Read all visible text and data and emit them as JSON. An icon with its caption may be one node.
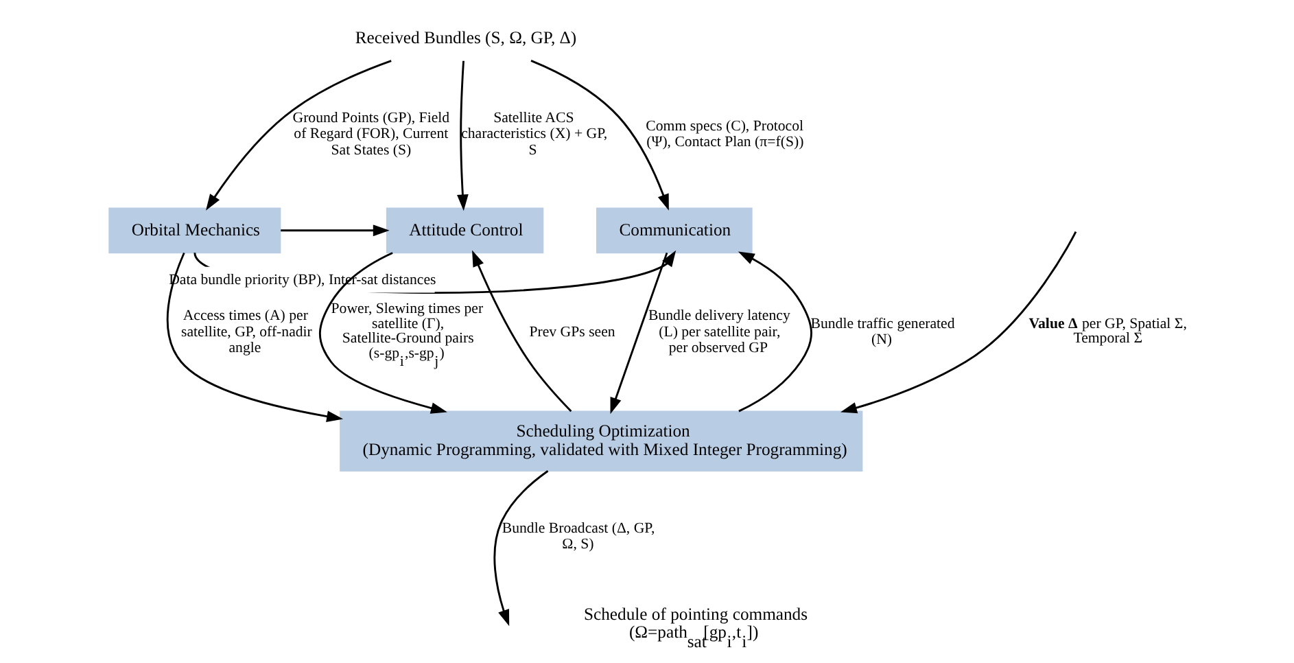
{
  "diagram": {
    "nodes": [
      {
        "text": [
          "Orbital Mechanics"
        ]
      },
      {
        "text": [
          "Attitude Control"
        ]
      },
      {
        "text": [
          "Communication"
        ]
      },
      {
        "text": [
          "Scheduling Optimization",
          "(Dynamic Programming, validated with Mixed Integer Programming)"
        ]
      },
      {
        "text": [
          "Received Bundles (S, Ω, GP, Δ)"
        ]
      }
    ],
    "edges": [
      {
        "from": 4,
        "to": 0,
        "arrow": "to",
        "label": "Ground Points (GP), Field of Regard (FOR), Current Sat States (S)"
      },
      {
        "from": 4,
        "to": 1,
        "arrow": "to",
        "label": "Satellite ACS characteristics (X) + GP, S"
      },
      {
        "from": 4,
        "to": 2,
        "arrow": "to",
        "label": "Comm specs (C), Protocol (Ψ), Contact Plan (π=f(S))"
      },
      {
        "from": 0,
        "to": 1,
        "arrow": "to"
      },
      {
        "from": 0,
        "to": 3,
        "arrow": "to",
        "label": "Access times (A) per satellite, GP, off-nadir angle"
      },
      {
        "from": 0,
        "to": 2,
        "arrow": "to",
        "label": "Data bundle priority (BP), Inter-sat distances"
      },
      {
        "from": 3,
        "to": 1,
        "arrow": "to",
        "label": "Prev GPs seen"
      },
      {
        "from": 1,
        "to": 3,
        "arrow": "to",
        "label": "Power, Slewing times per satellite (Γ), Satellite-Ground pairs (s-gp$_{i}$,s-gp$_{j}$)"
      },
      {
        "from": 2,
        "to": 3,
        "arrow": "to",
        "label": "Bundle delivery latency (L) per satellite pair, per observed GP"
      },
      {
        "from": 3,
        "to": 2,
        "arrow": "to",
        "label": "Bundle traffic generated (N)"
      },
      {
        "from": null,
        "to": 3,
        "arrow": "to",
        "label": "**Value Δ** per GP, Spatial Σ, Temporal Σ"
      },
      {
        "from": 3,
        "to": null,
        "arrow": "to",
        "label": "Bundle Broadcast (Δ, GP, Ω, S)"
      }
    ],
    "labels": [
      "Schedule of pointing commands (Ω=path$_{sat}$[gp$_{i}$,t$_{i}$])"
    ]
  }
}
